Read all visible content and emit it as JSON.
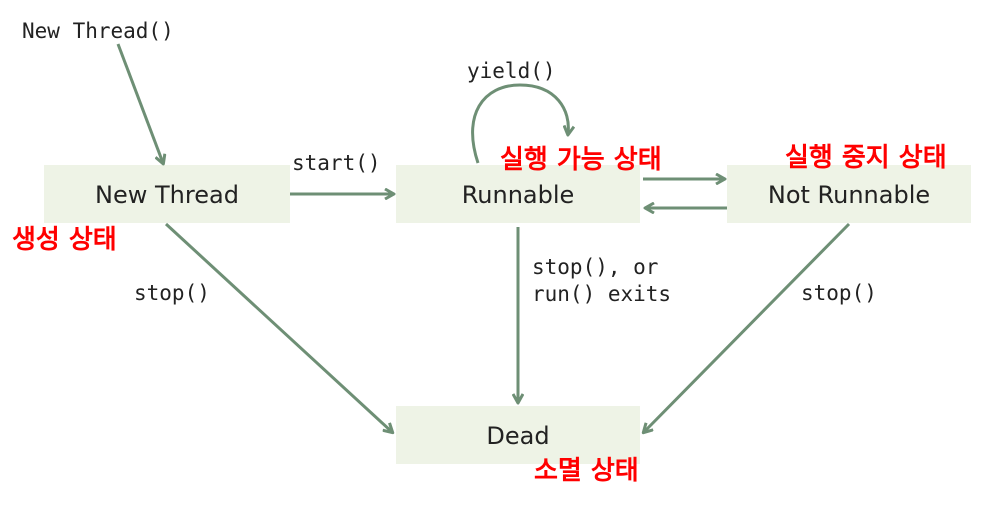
{
  "diagram": {
    "states": {
      "new_thread": "New Thread",
      "runnable": "Runnable",
      "not_runnable": "Not Runnable",
      "dead": "Dead"
    },
    "transitions": {
      "create": "New Thread()",
      "start": "start()",
      "yield": "yield()",
      "stop_new": "stop()",
      "stop_runnable_line1": "stop(), or",
      "stop_runnable_line2": "run() exits",
      "stop_not_runnable": "stop()"
    },
    "state_notes": {
      "new_thread": "생성 상태",
      "runnable": "실행 가능 상태",
      "not_runnable": "실행 중지 상태",
      "dead": "소멸 상태"
    },
    "colors": {
      "box_fill": "#eef3e6",
      "arrow": "#6e8f75",
      "note_text": "#ff0000"
    }
  }
}
